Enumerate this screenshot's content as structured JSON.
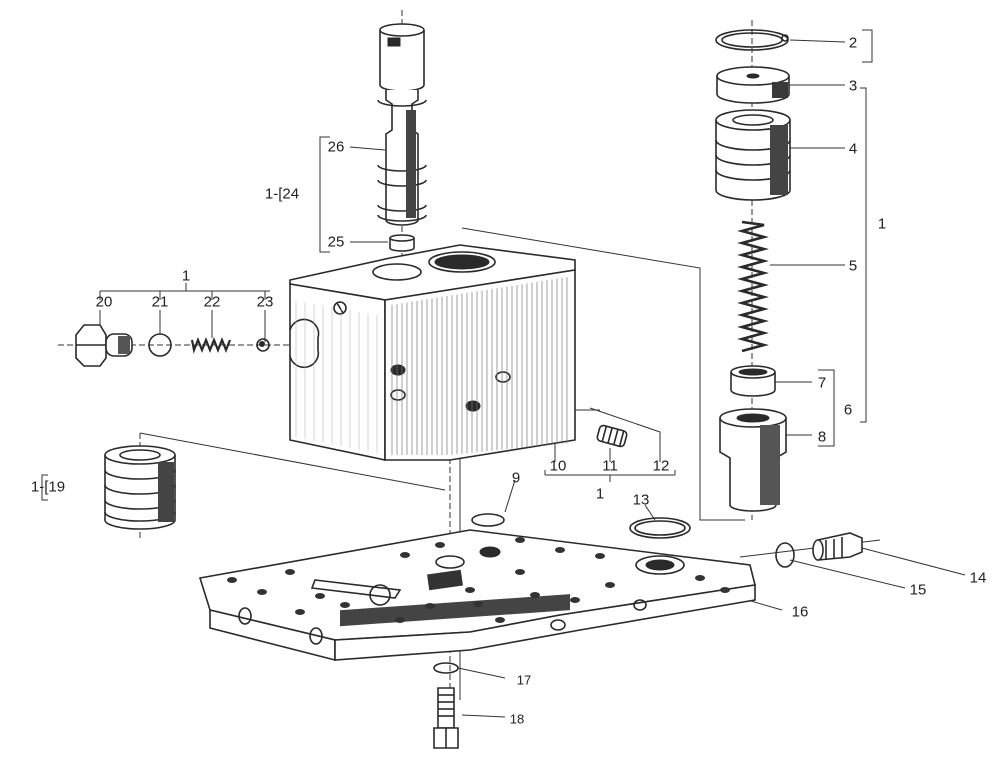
{
  "callouts": [
    {
      "id": "c2",
      "text": "2"
    },
    {
      "id": "c3",
      "text": "3"
    },
    {
      "id": "c4",
      "text": "4"
    },
    {
      "id": "c5",
      "text": "5"
    },
    {
      "id": "c1r",
      "text": "1"
    },
    {
      "id": "c7",
      "text": "7"
    },
    {
      "id": "c6",
      "text": "6"
    },
    {
      "id": "c8",
      "text": "8"
    },
    {
      "id": "c26",
      "text": "26"
    },
    {
      "id": "c1_24",
      "text": "1-[24"
    },
    {
      "id": "c25",
      "text": "25"
    },
    {
      "id": "c1top",
      "text": "1"
    },
    {
      "id": "c20",
      "text": "20"
    },
    {
      "id": "c21",
      "text": "21"
    },
    {
      "id": "c22",
      "text": "22"
    },
    {
      "id": "c23",
      "text": "23"
    },
    {
      "id": "c1_19",
      "text": "1-[19"
    },
    {
      "id": "c9",
      "text": "9"
    },
    {
      "id": "c10",
      "text": "10"
    },
    {
      "id": "c11",
      "text": "11"
    },
    {
      "id": "c12",
      "text": "12"
    },
    {
      "id": "c1mid",
      "text": "1"
    },
    {
      "id": "c13",
      "text": "13"
    },
    {
      "id": "c14",
      "text": "14"
    },
    {
      "id": "c15",
      "text": "15"
    },
    {
      "id": "c16",
      "text": "16"
    },
    {
      "id": "c17",
      "text": "17"
    },
    {
      "id": "c18",
      "text": "18"
    }
  ]
}
